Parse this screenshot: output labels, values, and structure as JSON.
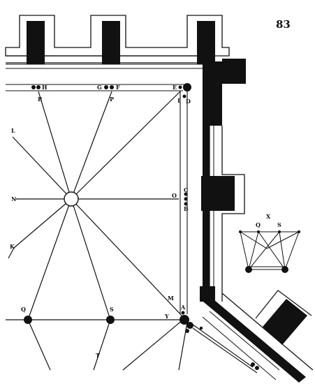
{
  "page_number": "83",
  "labels": {
    "H": "H",
    "G": "G",
    "F": "F",
    "E": "E",
    "R": "R",
    "P": "P",
    "I": "I",
    "D": "D",
    "L": "L",
    "N": "N",
    "K": "K",
    "O": "O",
    "C": "C",
    "B": "B",
    "M": "M",
    "A": "A",
    "Q": "Q",
    "S": "S",
    "Y": "Y",
    "T": "T"
  },
  "inset": {
    "X": "X",
    "Q": "Q",
    "S": "S"
  }
}
